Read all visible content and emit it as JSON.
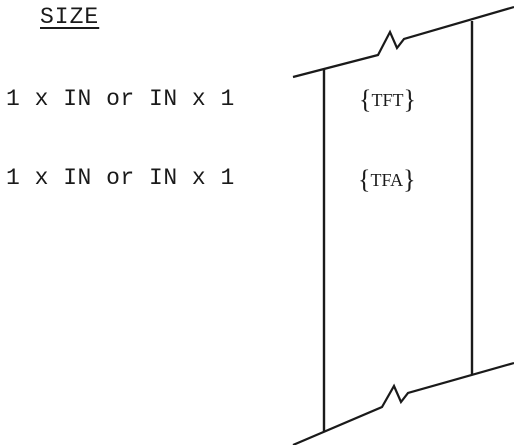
{
  "header": {
    "title": "SIZE"
  },
  "rows": [
    {
      "size": "1 x IN or IN x 1",
      "code": "TFT"
    },
    {
      "size": "1 x IN or IN x 1",
      "code": "TFA"
    }
  ],
  "braces": {
    "open": "{",
    "close": "}"
  }
}
